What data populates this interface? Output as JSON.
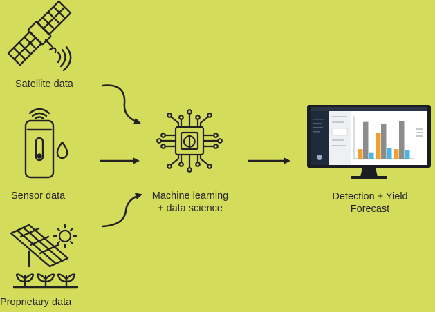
{
  "sources": {
    "satellite": "Satellite data",
    "sensor": "Sensor data",
    "proprietary": "Proprietary data"
  },
  "processing": {
    "line1": "Machine learning",
    "line2": "+ data science"
  },
  "output": {
    "line1": "Detection + Yield",
    "line2": "Forecast"
  },
  "colors": {
    "background": "#d4dc5c",
    "ink": "#222222",
    "bar_gray": "#8c8c8c",
    "bar_orange": "#f0a030",
    "bar_blue": "#4ab4e6",
    "screen_sidebar": "#1e2a3a"
  },
  "icons": [
    "satellite-icon",
    "sensor-device-icon",
    "solar-panel-icon",
    "sun-icon",
    "plant-sprouts-icon",
    "ai-brain-chip-icon",
    "monitor-dashboard-icon",
    "wifi-icon",
    "water-drop-icon"
  ]
}
